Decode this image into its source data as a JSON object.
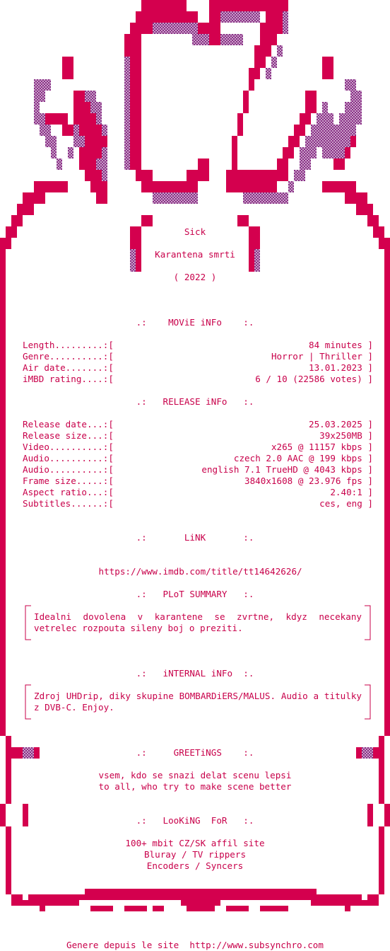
{
  "colors": {
    "text": "#c8004a",
    "pink": "#d4004e",
    "shade": "#a44a9a",
    "light": "#c9a2c9"
  },
  "header": {
    "group": "Sick",
    "title": "Karantena smrti",
    "year": "( 2022 )"
  },
  "movie_info": {
    "heading": ".:    MOViE iNFo    :.",
    "rows": [
      {
        "key": "Length.........:[",
        "value": "84 minutes ]"
      },
      {
        "key": "Genre..........:[",
        "value": "Horror | Thriller ]"
      },
      {
        "key": "Air date.......:[",
        "value": "13.01.2023 ]"
      },
      {
        "key": "iMBD rating....:[",
        "value": "6 / 10 (22586 votes) ]"
      }
    ]
  },
  "release_info": {
    "heading": ".:   RELEASE iNFo   :.",
    "rows": [
      {
        "key": "Release date...:[",
        "value": "25.03.2025 ]"
      },
      {
        "key": "Release size...:[",
        "value": "39x250MB ]"
      },
      {
        "key": "Video..........:[",
        "value": "x265 @ 11157 kbps ]"
      },
      {
        "key": "Audio..........:[",
        "value": "czech 2.0 AAC @ 199 kbps ]"
      },
      {
        "key": "Audio..........:[",
        "value": "english 7.1 TrueHD @ 4043 kbps ]"
      },
      {
        "key": "Frame size.....:[",
        "value": "3840x1608 @ 23.976 fps ]"
      },
      {
        "key": "Aspect ratio...:[",
        "value": "2.40:1 ]"
      },
      {
        "key": "Subtitles......:[",
        "value": "ces, eng ]"
      }
    ]
  },
  "link": {
    "heading": ".:       LiNK       :.",
    "url": "https://www.imdb.com/title/tt14642626/"
  },
  "plot": {
    "heading": ".:   PLoT SUMMARY   :.",
    "text": "Idealni  dovolena  v  karantene  se  zvrtne, kdyz necekany vetrelec rozpouta sileny boj o preziti."
  },
  "internal": {
    "heading": ".:   iNTERNAL iNFo  :.",
    "text": "Zdroj  UHDrip,  diky  skupine  BOMBARDiERS/MALUS.  Audio a titulky z DVB-C. Enjoy."
  },
  "greetings": {
    "heading": ".:     GREETiNGS    :.",
    "lines": [
      "vsem, kdo se snazi delat scenu lepsi",
      "to all, who try to make scene better"
    ]
  },
  "looking_for": {
    "heading": ".:   LooKiNG  FoR   :.",
    "lines": [
      "100+ mbit CZ/SK affil site",
      "Bluray / TV rippers",
      "Encoders / Syncers"
    ]
  },
  "footer": {
    "text": "Genere depuis le site  http://www.subsynchro.com"
  },
  "logo": {
    "text": "CZ"
  }
}
